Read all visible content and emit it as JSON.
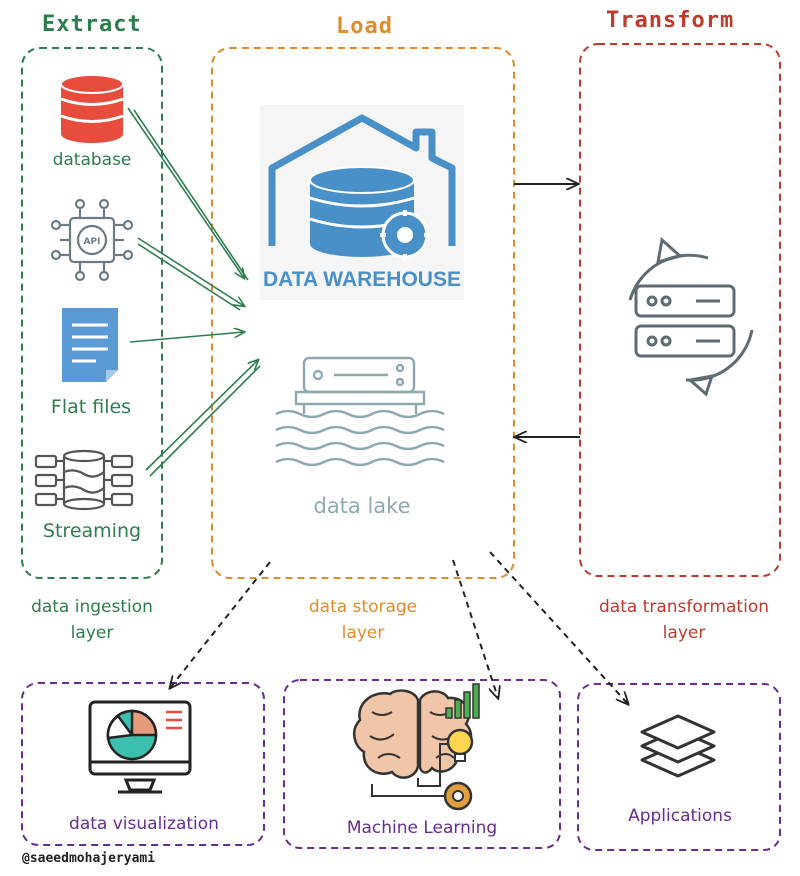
{
  "titles": {
    "extract": "Extract",
    "load": "Load",
    "transform": "Transform"
  },
  "sources": {
    "database": "database",
    "flat_files": "Flat files",
    "streaming": "Streaming",
    "api": "API"
  },
  "warehouse": {
    "label": "DATA WAREHOUSE"
  },
  "lake": {
    "label": "data lake"
  },
  "layers": {
    "ingestion": [
      "data ingestion",
      "layer"
    ],
    "storage": [
      "data storage",
      "layer"
    ],
    "transformation": [
      "data transformation",
      "layer"
    ]
  },
  "consumers": {
    "visualization": "data visualization",
    "ml": "Machine Learning",
    "apps": "Applications"
  },
  "author": "@saeedmohajeryami",
  "colors": {
    "extract": "#2e7d4f",
    "load": "#e08b2c",
    "transform": "#c0392b",
    "consumers": "#6a2c91",
    "warehouse": "#4a90c8",
    "icon_gray": "#5f6b72"
  }
}
